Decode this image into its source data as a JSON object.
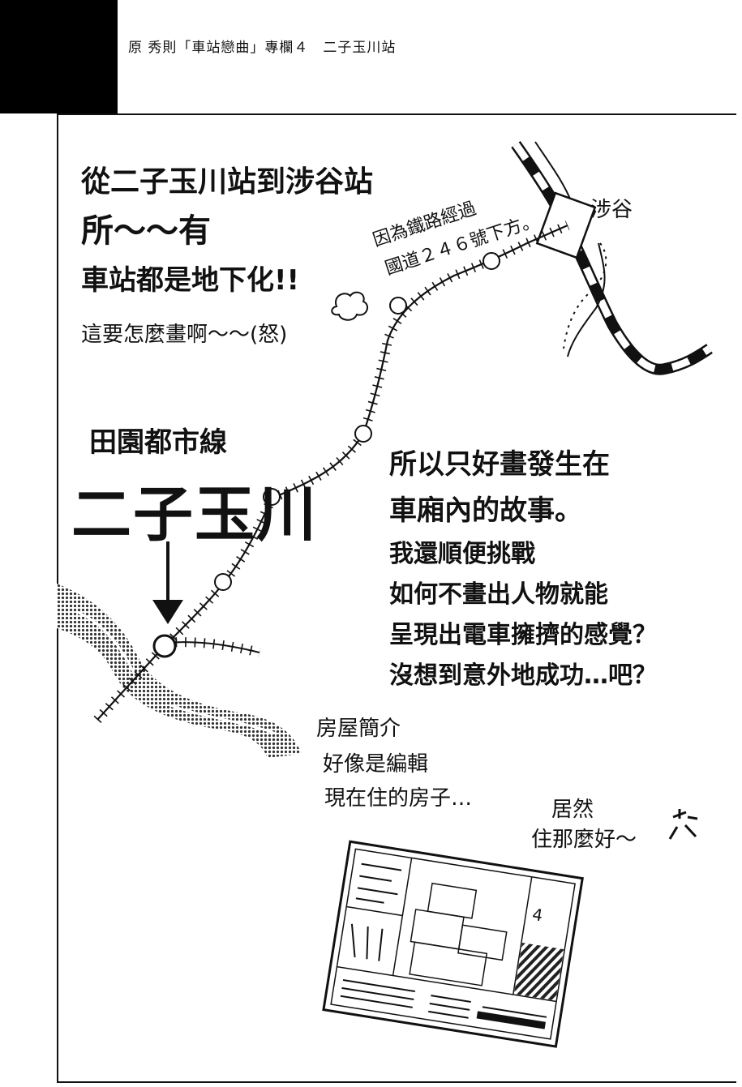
{
  "header": {
    "title": "原 秀則「車站戀曲」專欄４　二子玉川站"
  },
  "intro": {
    "line1": "從二子玉川站到涉谷站",
    "line2": "所～～有",
    "line3": "車站都是地下化!!",
    "line4": "這要怎麼畫啊～～(怒)"
  },
  "map": {
    "shibuya_label": "涉谷",
    "note_line1": "因為鐵路經過",
    "note_line2": "國道２４６號下方。",
    "line_name": "田園都市線",
    "station_name": "二子玉川"
  },
  "main": {
    "line1": "所以只好畫發生在",
    "line2": "車廂內的故事。",
    "line3": "我還順便挑戰",
    "line4": "如何不畫出人物就能",
    "line5": "呈現出電車擁擠的感覺？",
    "line6": "沒想到意外地成功…吧？"
  },
  "house": {
    "line1": "房屋簡介",
    "line2": "好像是編輯",
    "line3": "現在住的房子…",
    "exclaim1": "居然",
    "exclaim2": "住那麼好～"
  },
  "flyer": {
    "page_number": "4"
  }
}
